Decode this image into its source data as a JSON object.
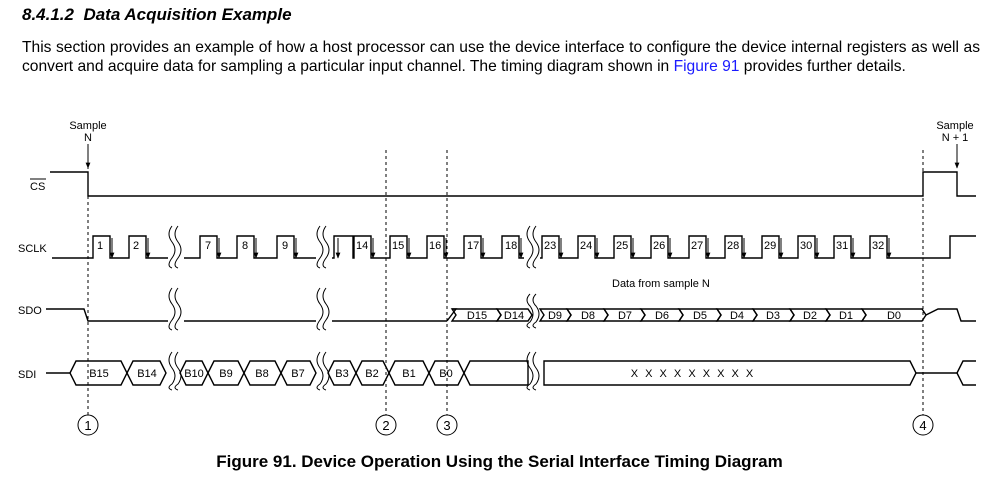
{
  "heading": {
    "number": "8.4.1.2",
    "title": "Data Acquisition Example"
  },
  "intro": {
    "before_link": "This section provides an example of how a host processor can use the device interface to configure the device internal registers as well as convert and acquire data for sampling a particular input channel. The timing diagram shown in ",
    "link": "Figure 91",
    "after_link": " provides further details."
  },
  "diagram": {
    "sample_n": [
      "Sample",
      "N"
    ],
    "sample_n1": [
      "Sample",
      "N + 1"
    ],
    "signals": {
      "cs": "CS",
      "sclk": "SCLK",
      "sdo": "SDO",
      "sdi": "SDI"
    },
    "sclk_labels": [
      "1",
      "2",
      "7",
      "8",
      "9",
      "14",
      "15",
      "16",
      "17",
      "18",
      "23",
      "24",
      "25",
      "26",
      "27",
      "28",
      "29",
      "30",
      "31",
      "32"
    ],
    "sdo_note": "Data from sample N",
    "sdo_bits": [
      "D15",
      "D14",
      "D9",
      "D8",
      "D7",
      "D6",
      "D5",
      "D4",
      "D3",
      "D2",
      "D1",
      "D0"
    ],
    "sdi_bits": [
      "B15",
      "B14",
      "B10",
      "B9",
      "B8",
      "B7",
      "B3",
      "B2",
      "B1",
      "B0"
    ],
    "sdi_dontcare": "X X X X X X X X X",
    "markers": [
      "1",
      "2",
      "3",
      "4"
    ],
    "colors": {
      "line": "#000000",
      "background": "#ffffff",
      "link": "#1a1aff"
    }
  },
  "caption": "Figure 91.  Device Operation Using the Serial Interface Timing Diagram"
}
